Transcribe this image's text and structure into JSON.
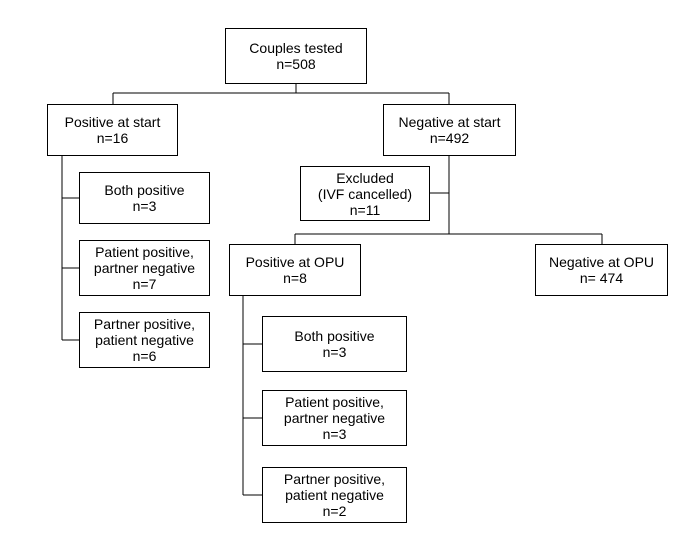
{
  "root": {
    "title": "Couples tested",
    "n": "n=508"
  },
  "positive_start": {
    "title": "Positive at start",
    "n": "n=16"
  },
  "negative_start": {
    "title": "Negative at start",
    "n": "n=492"
  },
  "ps_both": {
    "line1": "Both positive",
    "n": "n=3"
  },
  "ps_patient": {
    "line1": "Patient positive,",
    "line2": "partner negative",
    "n": "n=7"
  },
  "ps_partner": {
    "line1": "Partner positive,",
    "line2": "patient negative",
    "n": "n=6"
  },
  "excluded": {
    "line1": "Excluded",
    "line2": "(IVF cancelled)",
    "n": "n=11"
  },
  "positive_opu": {
    "title": "Positive at OPU",
    "n": "n=8"
  },
  "negative_opu": {
    "title": "Negative at OPU",
    "n": "n= 474"
  },
  "po_both": {
    "line1": "Both positive",
    "n": "n=3"
  },
  "po_patient": {
    "line1": "Patient positive,",
    "line2": "partner negative",
    "n": "n=3"
  },
  "po_partner": {
    "line1": "Partner positive,",
    "line2": "patient negative",
    "n": "n=2"
  }
}
